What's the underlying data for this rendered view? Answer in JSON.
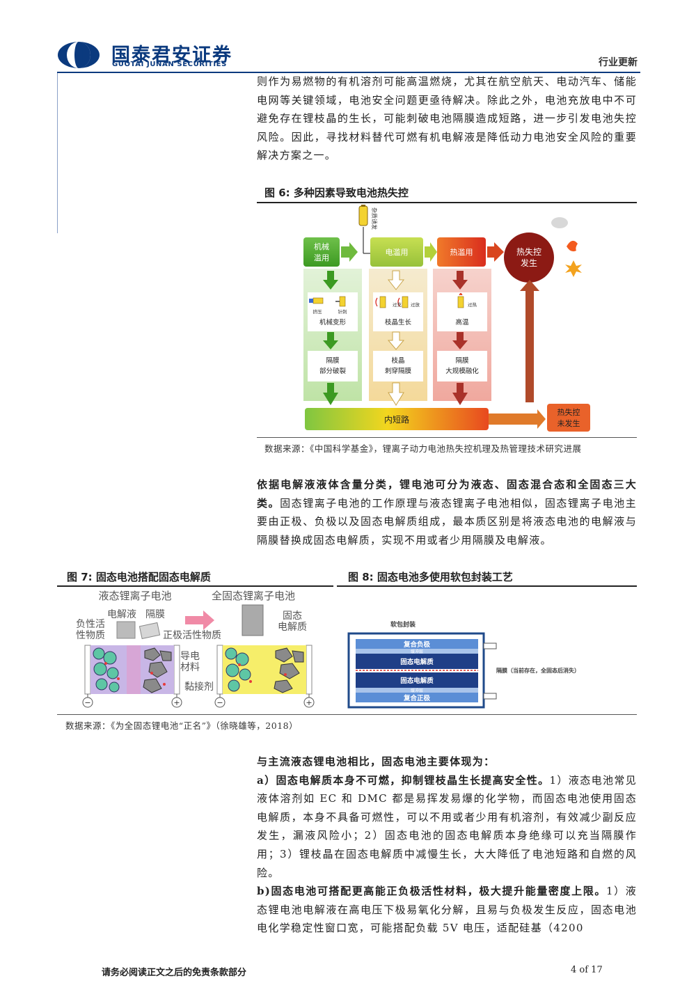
{
  "header": {
    "logo_cn": "国泰君安证券",
    "logo_en": "GUOTAI JUNAN SECURITIES",
    "section": "行业更新",
    "brand_color": "#0b3a7e"
  },
  "paragraphs": {
    "p1": "则作为易燃物的有机溶剂可能高温燃烧，尤其在航空航天、电动汽车、储能电网等关键领域，电池安全问题更亟待解决。除此之外，电池充放电中不可避免存在锂枝晶的生长，可能刺破电池隔膜造成短路，进一步引发电池失控风险。因此，寻找材料替代可燃有机电解液是降低动力电池安全风险的重要解决方案之一。",
    "p2_bold": "依据电解液液体含量分类，锂电池可分为液态、固态混合态和全固态三大类。",
    "p2_rest": "固态锂离子电池的工作原理与液态锂离子电池相似，固态锂离子电池主要由正极、负极以及固态电解质组成，最本质区别是将液态电池的电解液与隔膜替换成固态电解质，实现不用或者少用隔膜及电解液。",
    "p3_heading": "与主流液态锂电池相比，固态电池主要体现为：",
    "p3a_bold": "a）固态电解质本身不可燃，抑制锂枝晶生长提高安全性。",
    "p3a_rest": "1）液态电池常见液体溶剂如 EC 和 DMC 都是易挥发易爆的化学物，而固态电池使用固态电解质，本身不具备可燃性，可以不用或者少用有机溶剂，有效减少副反应发生，漏液风险小；2）固态电池的固态电解质本身绝缘可以充当隔膜作用；3）锂枝晶在固态电解质中减慢生长，大大降低了电池短路和自燃的风险。",
    "p3b_bold": "b)固态电池可搭配更高能正负极活性材料，极大提升能量密度上限。",
    "p3b_rest": "1）液态锂电池电解液在高电压下极易氧化分解，且易与负极发生反应，固态电池电化学稳定性窗口宽，可能搭配负载 5V 电压，适配硅基（4200"
  },
  "fig6": {
    "caption": "图 6:  多种因素导致电池热失控",
    "source": "数据来源：《中国科学基金》，锂离子动力电池热失控机理及热管理技术研究进展",
    "labels": {
      "impurity": "杂质诱发",
      "mech_abuse": [
        "机械",
        "滥用"
      ],
      "elec_abuse": "电滥用",
      "heat_abuse": "热滥用",
      "runaway": [
        "热失控",
        "发生"
      ],
      "squeeze": "挤压",
      "needle": "针刺",
      "mech_deform": "机械变形",
      "overcharge": "过充",
      "overdischarge": "过放",
      "dendrite_grow": "枝晶生长",
      "overheat": "过热",
      "high_temp": "高温",
      "sep_partial": [
        "隔膜",
        "部分破裂"
      ],
      "sep_pierce": [
        "枝晶",
        "刺穿隔膜"
      ],
      "sep_melt": [
        "隔膜",
        "大规模融化"
      ],
      "short": "内短路",
      "no_runaway": [
        "热失控",
        "未发生"
      ]
    }
  },
  "fig7": {
    "caption": "图 7:  固态电池搭配固态电解质",
    "source": "数据来源：《为全固态锂电池“正名”》（徐晓雄等，2018）",
    "labels": {
      "liquid": "液态锂离子电池",
      "solid": "全固态锂离子电池",
      "electrolyte": "电解液",
      "separator": "隔膜",
      "neg": [
        "负性活",
        "性物质"
      ],
      "pos": "正极活性物质",
      "solid_el": [
        "固态",
        "电解质"
      ],
      "conductive": [
        "导电",
        "材料"
      ],
      "binder": "黏接剂",
      "minus": "−",
      "plus": "+"
    }
  },
  "fig8": {
    "caption": "图 8:  固态电池多使用软包封装工艺",
    "labels": {
      "pouch": "软包封装",
      "composite_neg": "复合负极",
      "buffer": "缓冲层",
      "solid_el": "固态电解质",
      "composite_pos": "复合正极",
      "separator_note": "隔膜（当前存在，全固态后消失）"
    }
  },
  "footer": {
    "disclaimer": "请务必阅读正文之后的免责条款部分",
    "page": "4 of 17"
  }
}
